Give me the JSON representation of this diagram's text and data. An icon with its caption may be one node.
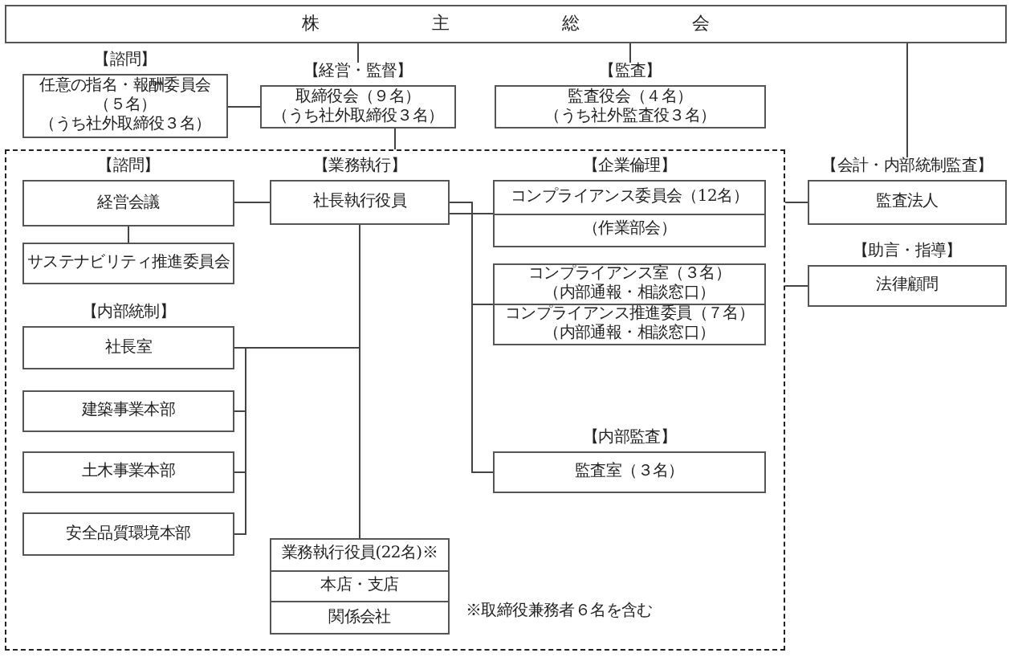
{
  "diagram": {
    "nodes": [
      {
        "text": [
          "株主総会"
        ]
      },
      {
        "text": [
          "【諮問】",
          "任意の指名・報酬委員会（５名）（うち社外取締役３名）"
        ]
      },
      {
        "text": [
          "【経営・監督】",
          "取締役会（９名）（うち社外取締役３名）"
        ]
      },
      {
        "text": [
          "【監査】",
          "監査役会（４名）（うち社外監査役３名）"
        ]
      },
      {
        "text": [
          "※取締役兼務者６名を含む"
        ]
      },
      {
        "text": [
          "【諮問】",
          "経営会議"
        ],
        "in": 4
      },
      {
        "text": [
          "サステナビリティ推進委員会"
        ],
        "in": 4
      },
      {
        "text": [
          "【業務執行】",
          "社長執行役員"
        ],
        "in": 4
      },
      {
        "text": [
          "【内部統制】",
          "社長室"
        ],
        "in": 4
      },
      {
        "text": [
          "建築事業本部"
        ],
        "in": 4
      },
      {
        "text": [
          "土木事業本部"
        ],
        "in": 4
      },
      {
        "text": [
          "安全品質環境本部"
        ],
        "in": 4
      },
      {
        "text": [
          "業務執行役員(22名)※",
          "本店・支店",
          "関係会社"
        ],
        "in": 4
      },
      {
        "text": [
          "【企業倫理】",
          "コンプライアンス委員会（12名）",
          "（作業部会）"
        ],
        "in": 4
      },
      {
        "text": [
          "コンプライアンス室（３名）（内部通報・相談窓口）",
          "コンプライアンス推進委員（７名）（内部通報・相談窓口）"
        ],
        "in": 4
      },
      {
        "text": [
          "【内部監査】",
          "監査室（３名）"
        ],
        "in": 4
      },
      {
        "text": [
          "【会計・内部統制監査】",
          "監査法人"
        ]
      },
      {
        "text": [
          "【助言・指導】",
          "法律顧問"
        ]
      }
    ],
    "edges": [
      {
        "from": 0,
        "to": 2,
        "arrow": "none"
      },
      {
        "from": 0,
        "to": 3,
        "arrow": "none"
      },
      {
        "from": 0,
        "to": 16,
        "arrow": "none"
      },
      {
        "from": 1,
        "to": 2,
        "arrow": "none"
      },
      {
        "from": 2,
        "to": 4,
        "arrow": "none"
      },
      {
        "from": 5,
        "to": 7,
        "arrow": "none"
      },
      {
        "from": 5,
        "to": 6,
        "arrow": "none"
      },
      {
        "from": 7,
        "to": 8,
        "arrow": "none"
      },
      {
        "from": 7,
        "to": 9,
        "arrow": "none"
      },
      {
        "from": 7,
        "to": 10,
        "arrow": "none"
      },
      {
        "from": 7,
        "to": 11,
        "arrow": "none"
      },
      {
        "from": 7,
        "to": 12,
        "arrow": "none"
      },
      {
        "from": 7,
        "to": 13,
        "arrow": "none"
      },
      {
        "from": 7,
        "to": 14,
        "arrow": "none"
      },
      {
        "from": 7,
        "to": 15,
        "arrow": "none"
      },
      {
        "from": 4,
        "to": 16,
        "arrow": "none"
      },
      {
        "from": 4,
        "to": 17,
        "arrow": "none"
      }
    ]
  }
}
